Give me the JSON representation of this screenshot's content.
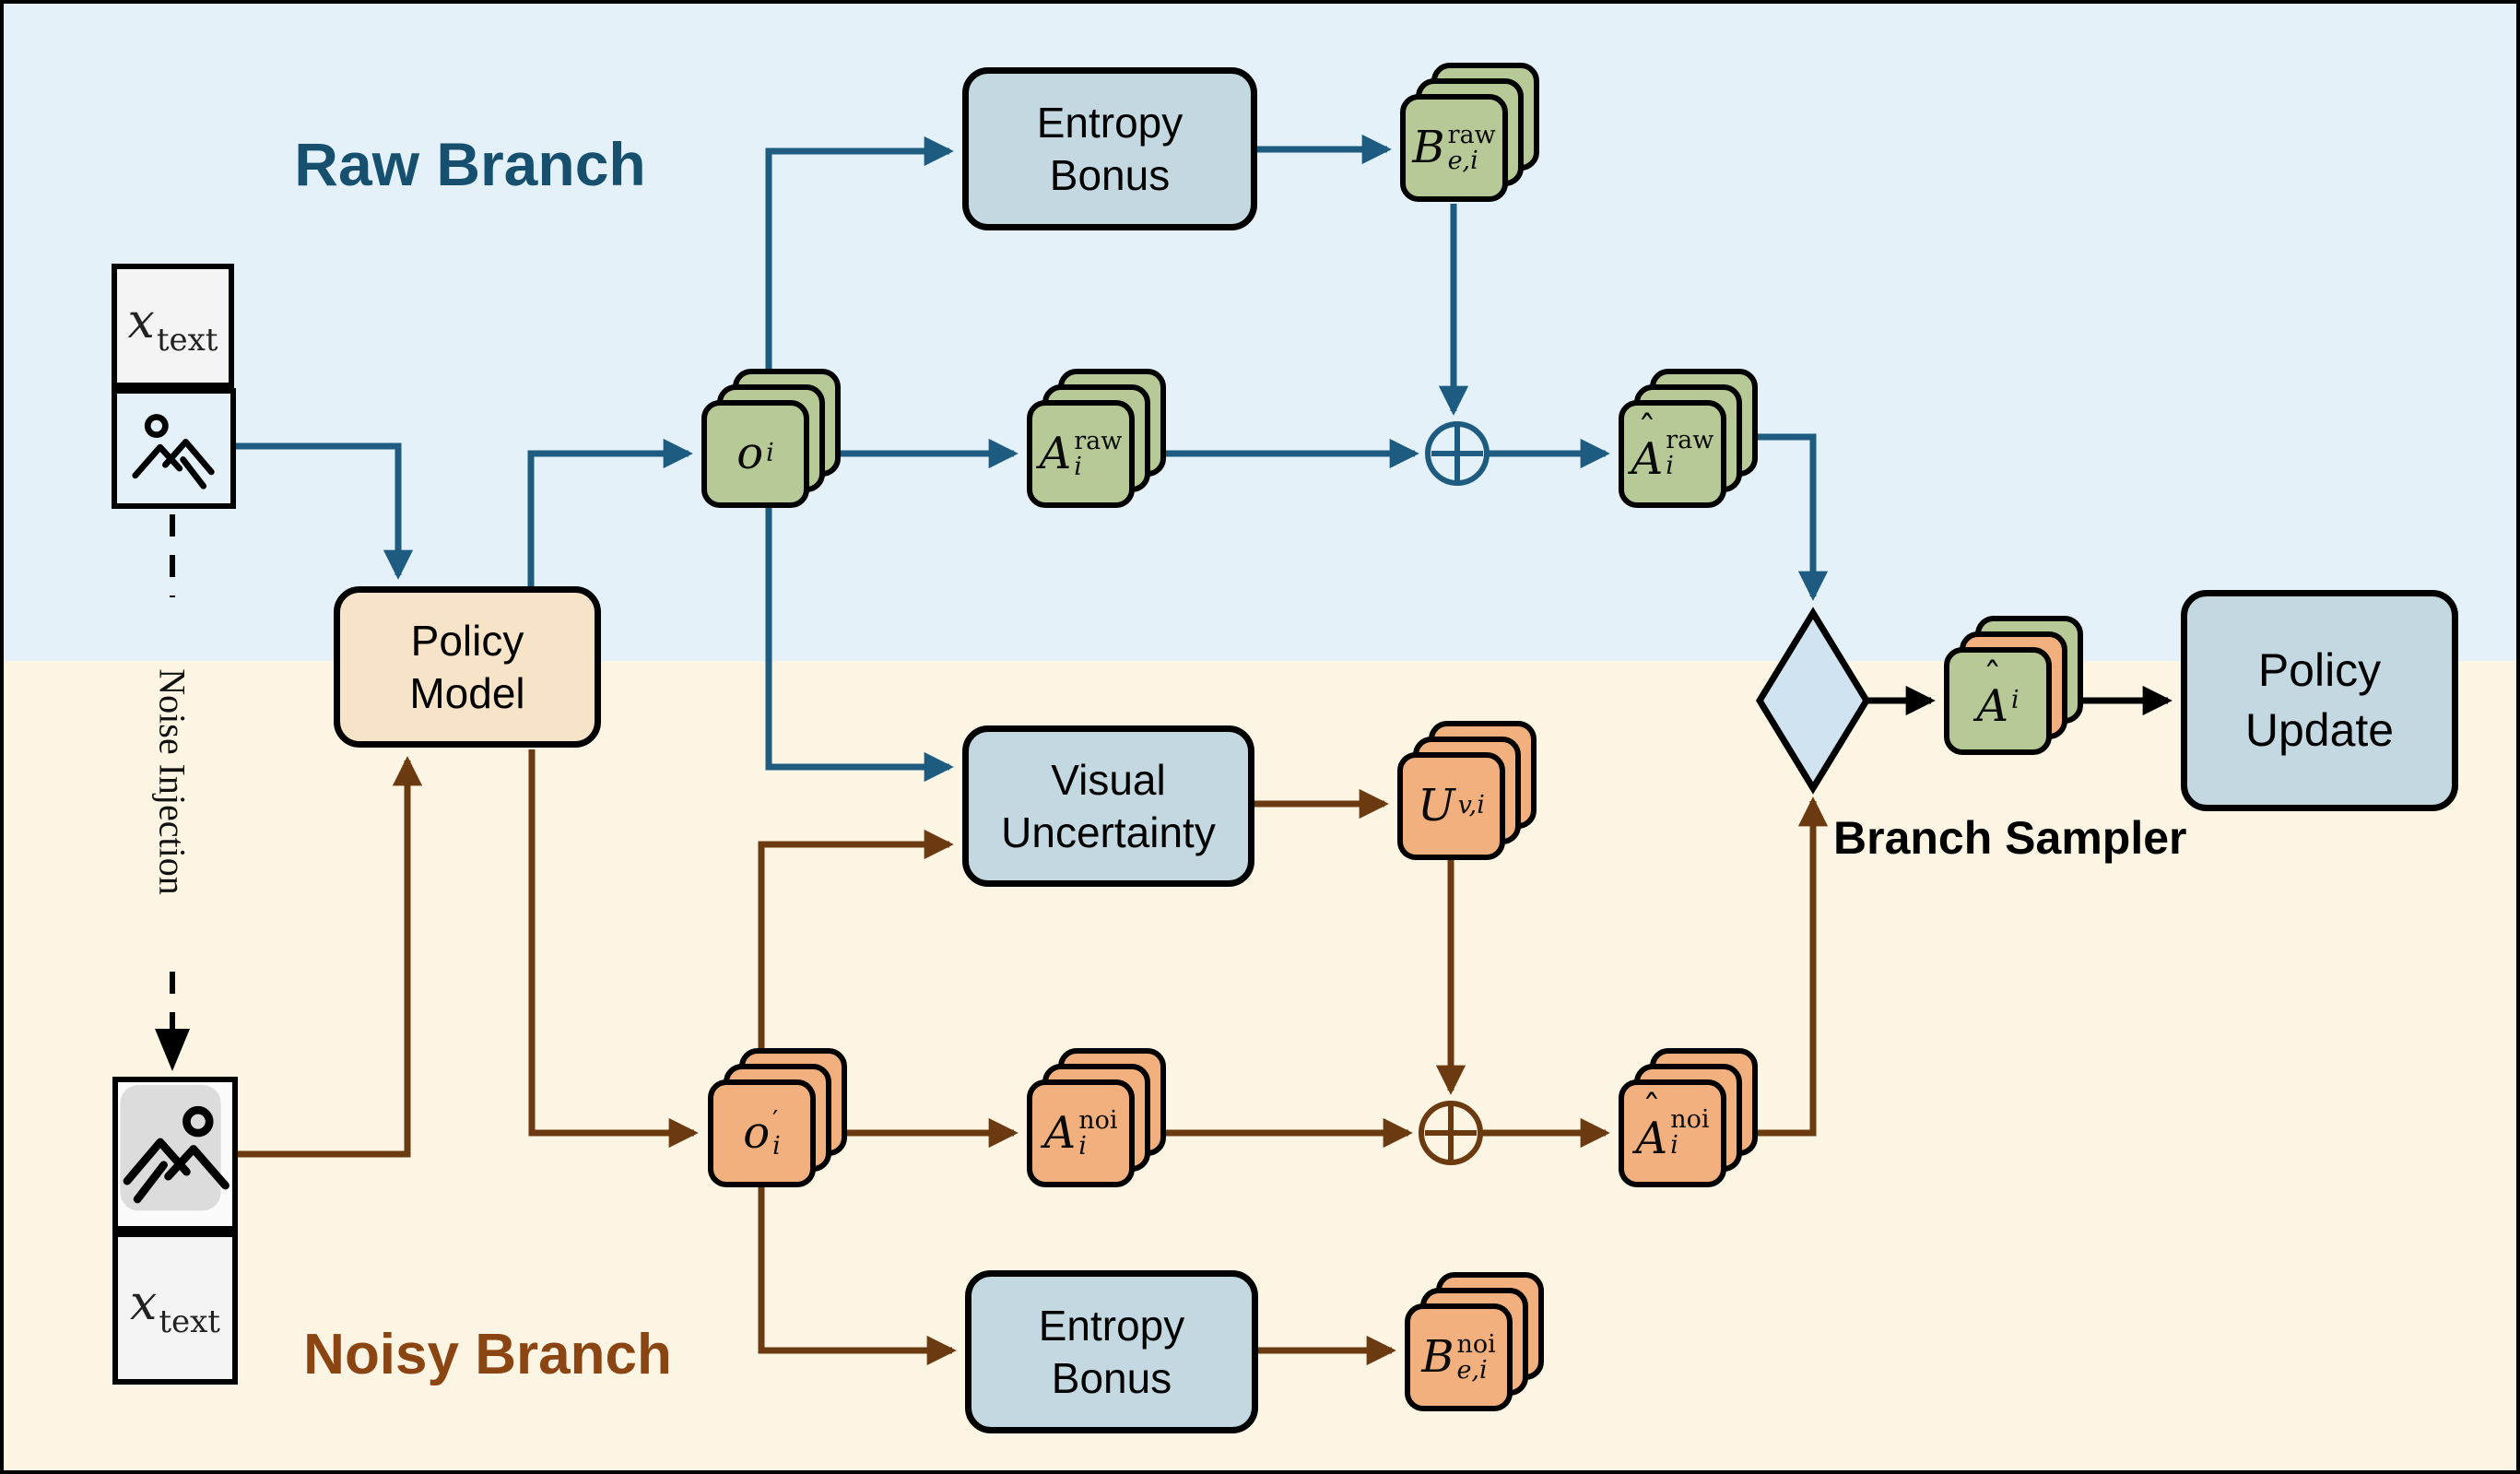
{
  "titles": {
    "raw_branch": "Raw Branch",
    "noisy_branch": "Noisy Branch",
    "branch_sampler": "Branch Sampler",
    "noise_injection": "Noise Injection"
  },
  "boxes": {
    "policy_model": {
      "line1": "Policy",
      "line2": "Model"
    },
    "entropy_bonus_raw": {
      "line1": "Entropy",
      "line2": "Bonus"
    },
    "entropy_bonus_noi": {
      "line1": "Entropy",
      "line2": "Bonus"
    },
    "visual_uncertainty": {
      "line1": "Visual",
      "line2": "Uncertainty"
    },
    "policy_update": {
      "line1": "Policy",
      "line2": "Update"
    }
  },
  "cards": {
    "o_raw": {
      "base": "o",
      "sup": "",
      "sub": "i"
    },
    "a_raw": {
      "base": "A",
      "sup": "raw",
      "sub": "i"
    },
    "b_raw": {
      "base": "B",
      "sup": "raw",
      "sub": "e,i"
    },
    "ahat_raw": {
      "hat": "ˆ",
      "base": "A",
      "sup": "raw",
      "sub": "i"
    },
    "u_v": {
      "base": "U",
      "sup": "",
      "sub": "v,i"
    },
    "o_noi": {
      "base": "o",
      "sup": "′",
      "sub": "i"
    },
    "a_noi": {
      "base": "A",
      "sup": "noi",
      "sub": "i"
    },
    "b_noi": {
      "base": "B",
      "sup": "noi",
      "sub": "e,i"
    },
    "ahat_noi": {
      "hat": "ˆ",
      "base": "A",
      "sup": "noi",
      "sub": "i"
    },
    "ahat_mix": {
      "hat": "ˆ",
      "base": "A",
      "sup": "",
      "sub": "i"
    }
  },
  "inputs": {
    "x_text": {
      "base": "x",
      "sub": "text"
    }
  },
  "icons": {
    "raw_image": "image-icon",
    "noisy_image": "noisy-image-icon",
    "combine_operator": "⊕",
    "branch_sampler": "diamond"
  },
  "colors": {
    "bg_top": "#e4f1f9",
    "bg_bottom": "#fcf5e3",
    "blue_line": "#1d5c80",
    "brown_line": "#6b3a10",
    "green_card": "#b7c997",
    "orange_card": "#f1b07d",
    "blue_box": "#c3d8e1",
    "tan_box": "#f6e3c8",
    "diamond_fill": "#cfe4f0",
    "raw_title": "#17506f",
    "noisy_title": "#8a4513"
  }
}
